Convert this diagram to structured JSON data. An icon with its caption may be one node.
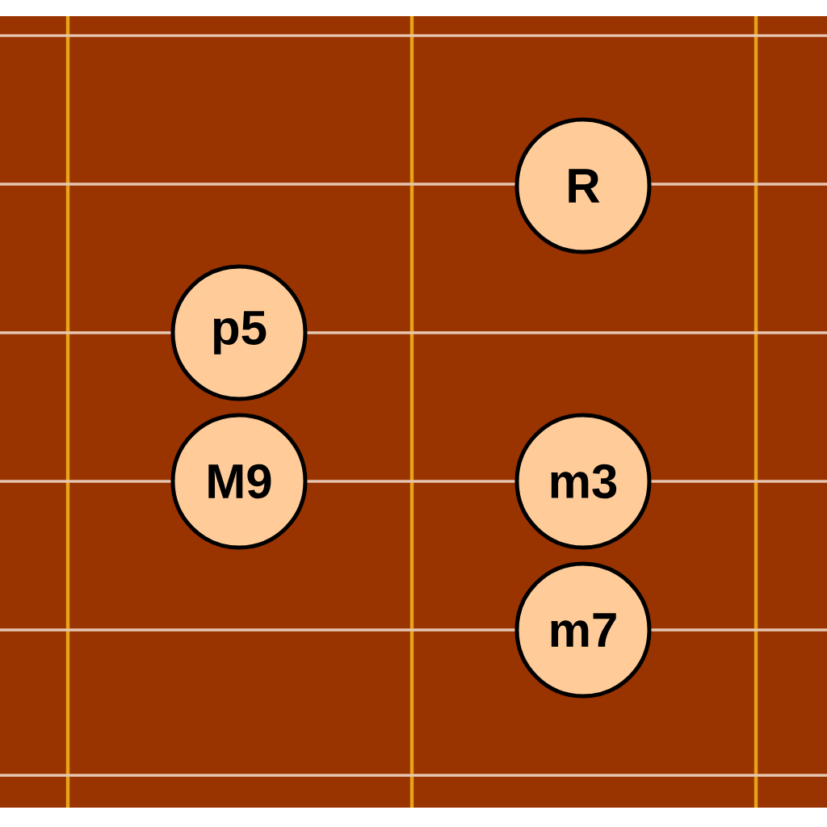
{
  "diagram": {
    "nodes": [
      {
        "text": [
          "R"
        ]
      },
      {
        "text": [
          "p5"
        ]
      },
      {
        "text": [
          "M9"
        ]
      },
      {
        "text": [
          "m3"
        ]
      },
      {
        "text": [
          "m7"
        ]
      }
    ]
  }
}
